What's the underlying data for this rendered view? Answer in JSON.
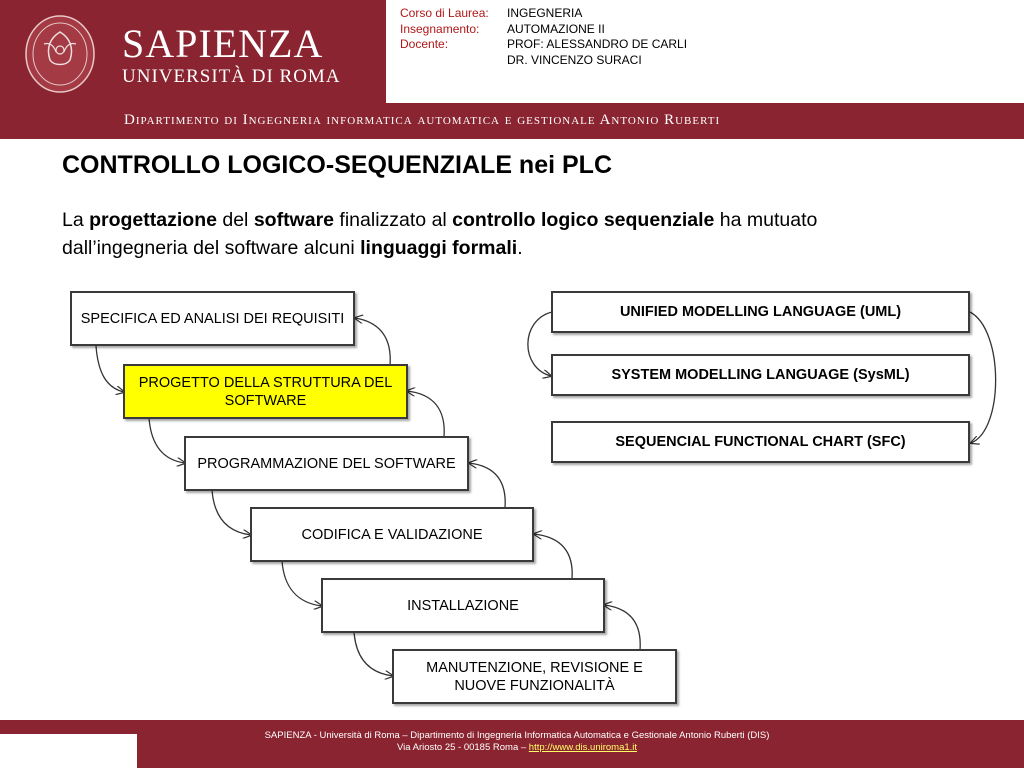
{
  "header": {
    "brand_name": "SAPIENZA",
    "brand_sub": "UNIVERSITÀ DI ROMA",
    "seal_icon": "sapienza-seal-icon",
    "info": [
      {
        "label": "Corso di Laurea:",
        "value": "INGEGNERIA"
      },
      {
        "label": "Insegnamento:",
        "value": "AUTOMAZIONE II"
      },
      {
        "label": "Docente:",
        "value": "PROF: ALESSANDRO DE CARLI"
      },
      {
        "label": "",
        "value": "DR. VINCENZO SURACI"
      }
    ],
    "department": "Dipartimento di Ingegneria informatica automatica e gestionale Antonio Ruberti"
  },
  "slide": {
    "title": "CONTROLLO LOGICO-SEQUENZIALE nei PLC",
    "intro": {
      "t1": "La ",
      "b1": "progettazione",
      "t2": " del ",
      "b2": "software",
      "t3": " finalizzato al ",
      "b3": "controllo logico sequenziale",
      "t4": " ha mutuato dall’ingegneria del software alcuni ",
      "b4": "linguaggi formali",
      "t5": "."
    }
  },
  "process_steps": [
    "SPECIFICA ED ANALISI DEI REQUISITI",
    "PROGETTO DELLA STRUTTURA DEL SOFTWARE",
    "PROGRAMMAZIONE DEL SOFTWARE",
    "CODIFICA E VALIDAZIONE",
    "INSTALLAZIONE",
    "MANUTENZIONE, REVISIONE E NUOVE FUNZIONALITÀ"
  ],
  "highlighted_step": 1,
  "languages": [
    "UNIFIED MODELLING LANGUAGE (UML)",
    "SYSTEM MODELLING LANGUAGE (SysML)",
    "SEQUENCIAL FUNCTIONAL CHART (SFC)"
  ],
  "colors": {
    "brand": "#8a2430",
    "highlight": "#ffff00",
    "info_label": "#b01818",
    "link": "#ffff66"
  },
  "footer": {
    "line1": "SAPIENZA - Università di Roma – Dipartimento di Ingegneria Informatica Automatica e Gestionale Antonio Ruberti (DIS)",
    "line2_prefix": "Via Ariosto 25 - 00185 Roma – ",
    "link": "http://www.dis.uniroma1.it"
  }
}
